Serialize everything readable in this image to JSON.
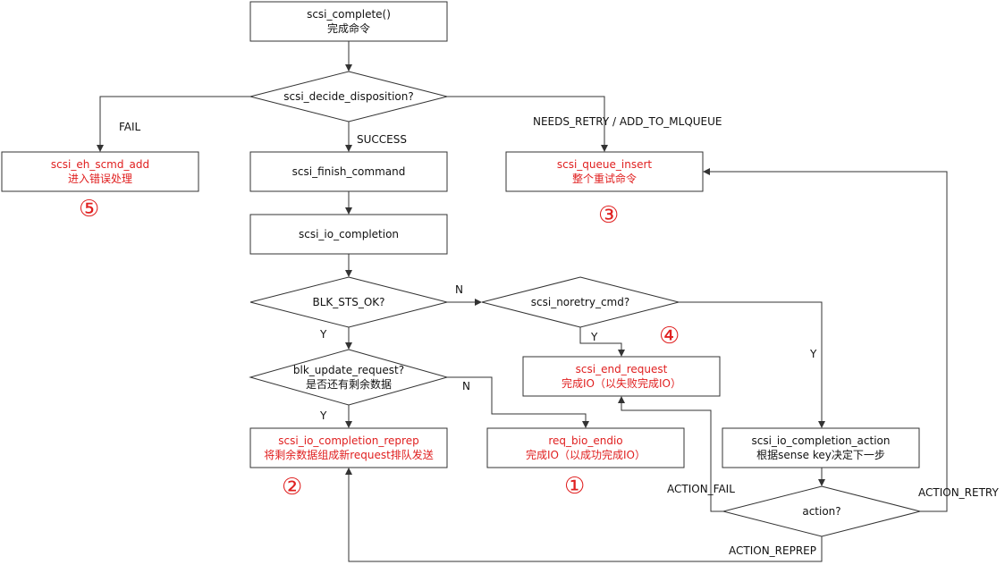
{
  "nodes": {
    "scsi_complete": {
      "line1": "scsi_complete()",
      "line2": "完成命令"
    },
    "decide": {
      "line1": "scsi_decide_disposition?"
    },
    "eh_scmd_add": {
      "line1": "scsi_eh_scmd_add",
      "line2": "进入错误处理"
    },
    "finish_command": {
      "line1": "scsi_finish_command"
    },
    "queue_insert": {
      "line1": "scsi_queue_insert",
      "line2": "整个重试命令"
    },
    "io_completion": {
      "line1": "scsi_io_completion"
    },
    "blk_sts_ok": {
      "line1": "BLK_STS_OK?"
    },
    "noretry_cmd": {
      "line1": "scsi_noretry_cmd?"
    },
    "blk_update_request": {
      "line1": "blk_update_request?",
      "line2": "是否还有剩余数据"
    },
    "end_request": {
      "line1": "scsi_end_request",
      "line2": "完成IO（以失败完成IO）"
    },
    "completion_reprep": {
      "line1": "scsi_io_completion_reprep",
      "line2": "将剩余数据组成新request排队发送"
    },
    "req_bio_endio": {
      "line1": "req_bio_endio",
      "line2": "完成IO（以成功完成IO）"
    },
    "completion_action": {
      "line1": "scsi_io_completion_action",
      "line2": "根据sense key决定下一步"
    },
    "action": {
      "line1": "action?"
    }
  },
  "edge_labels": {
    "fail": "FAIL",
    "success": "SUCCESS",
    "needs_retry": "NEEDS_RETRY / ADD_TO_MLQUEUE",
    "n_blk": "N",
    "y_blk": "Y",
    "y_noretry": "Y",
    "y_noretry_right": "Y",
    "n_update": "N",
    "y_update": "Y",
    "action_fail": "ACTION_FAIL",
    "action_retry": "ACTION_RETRY",
    "action_reprep": "ACTION_REPREP"
  },
  "markers": {
    "m1": "①",
    "m2": "②",
    "m3": "③",
    "m4": "④",
    "m5": "⑤"
  },
  "colors": {
    "highlight": "#e02020",
    "line": "#333333"
  }
}
